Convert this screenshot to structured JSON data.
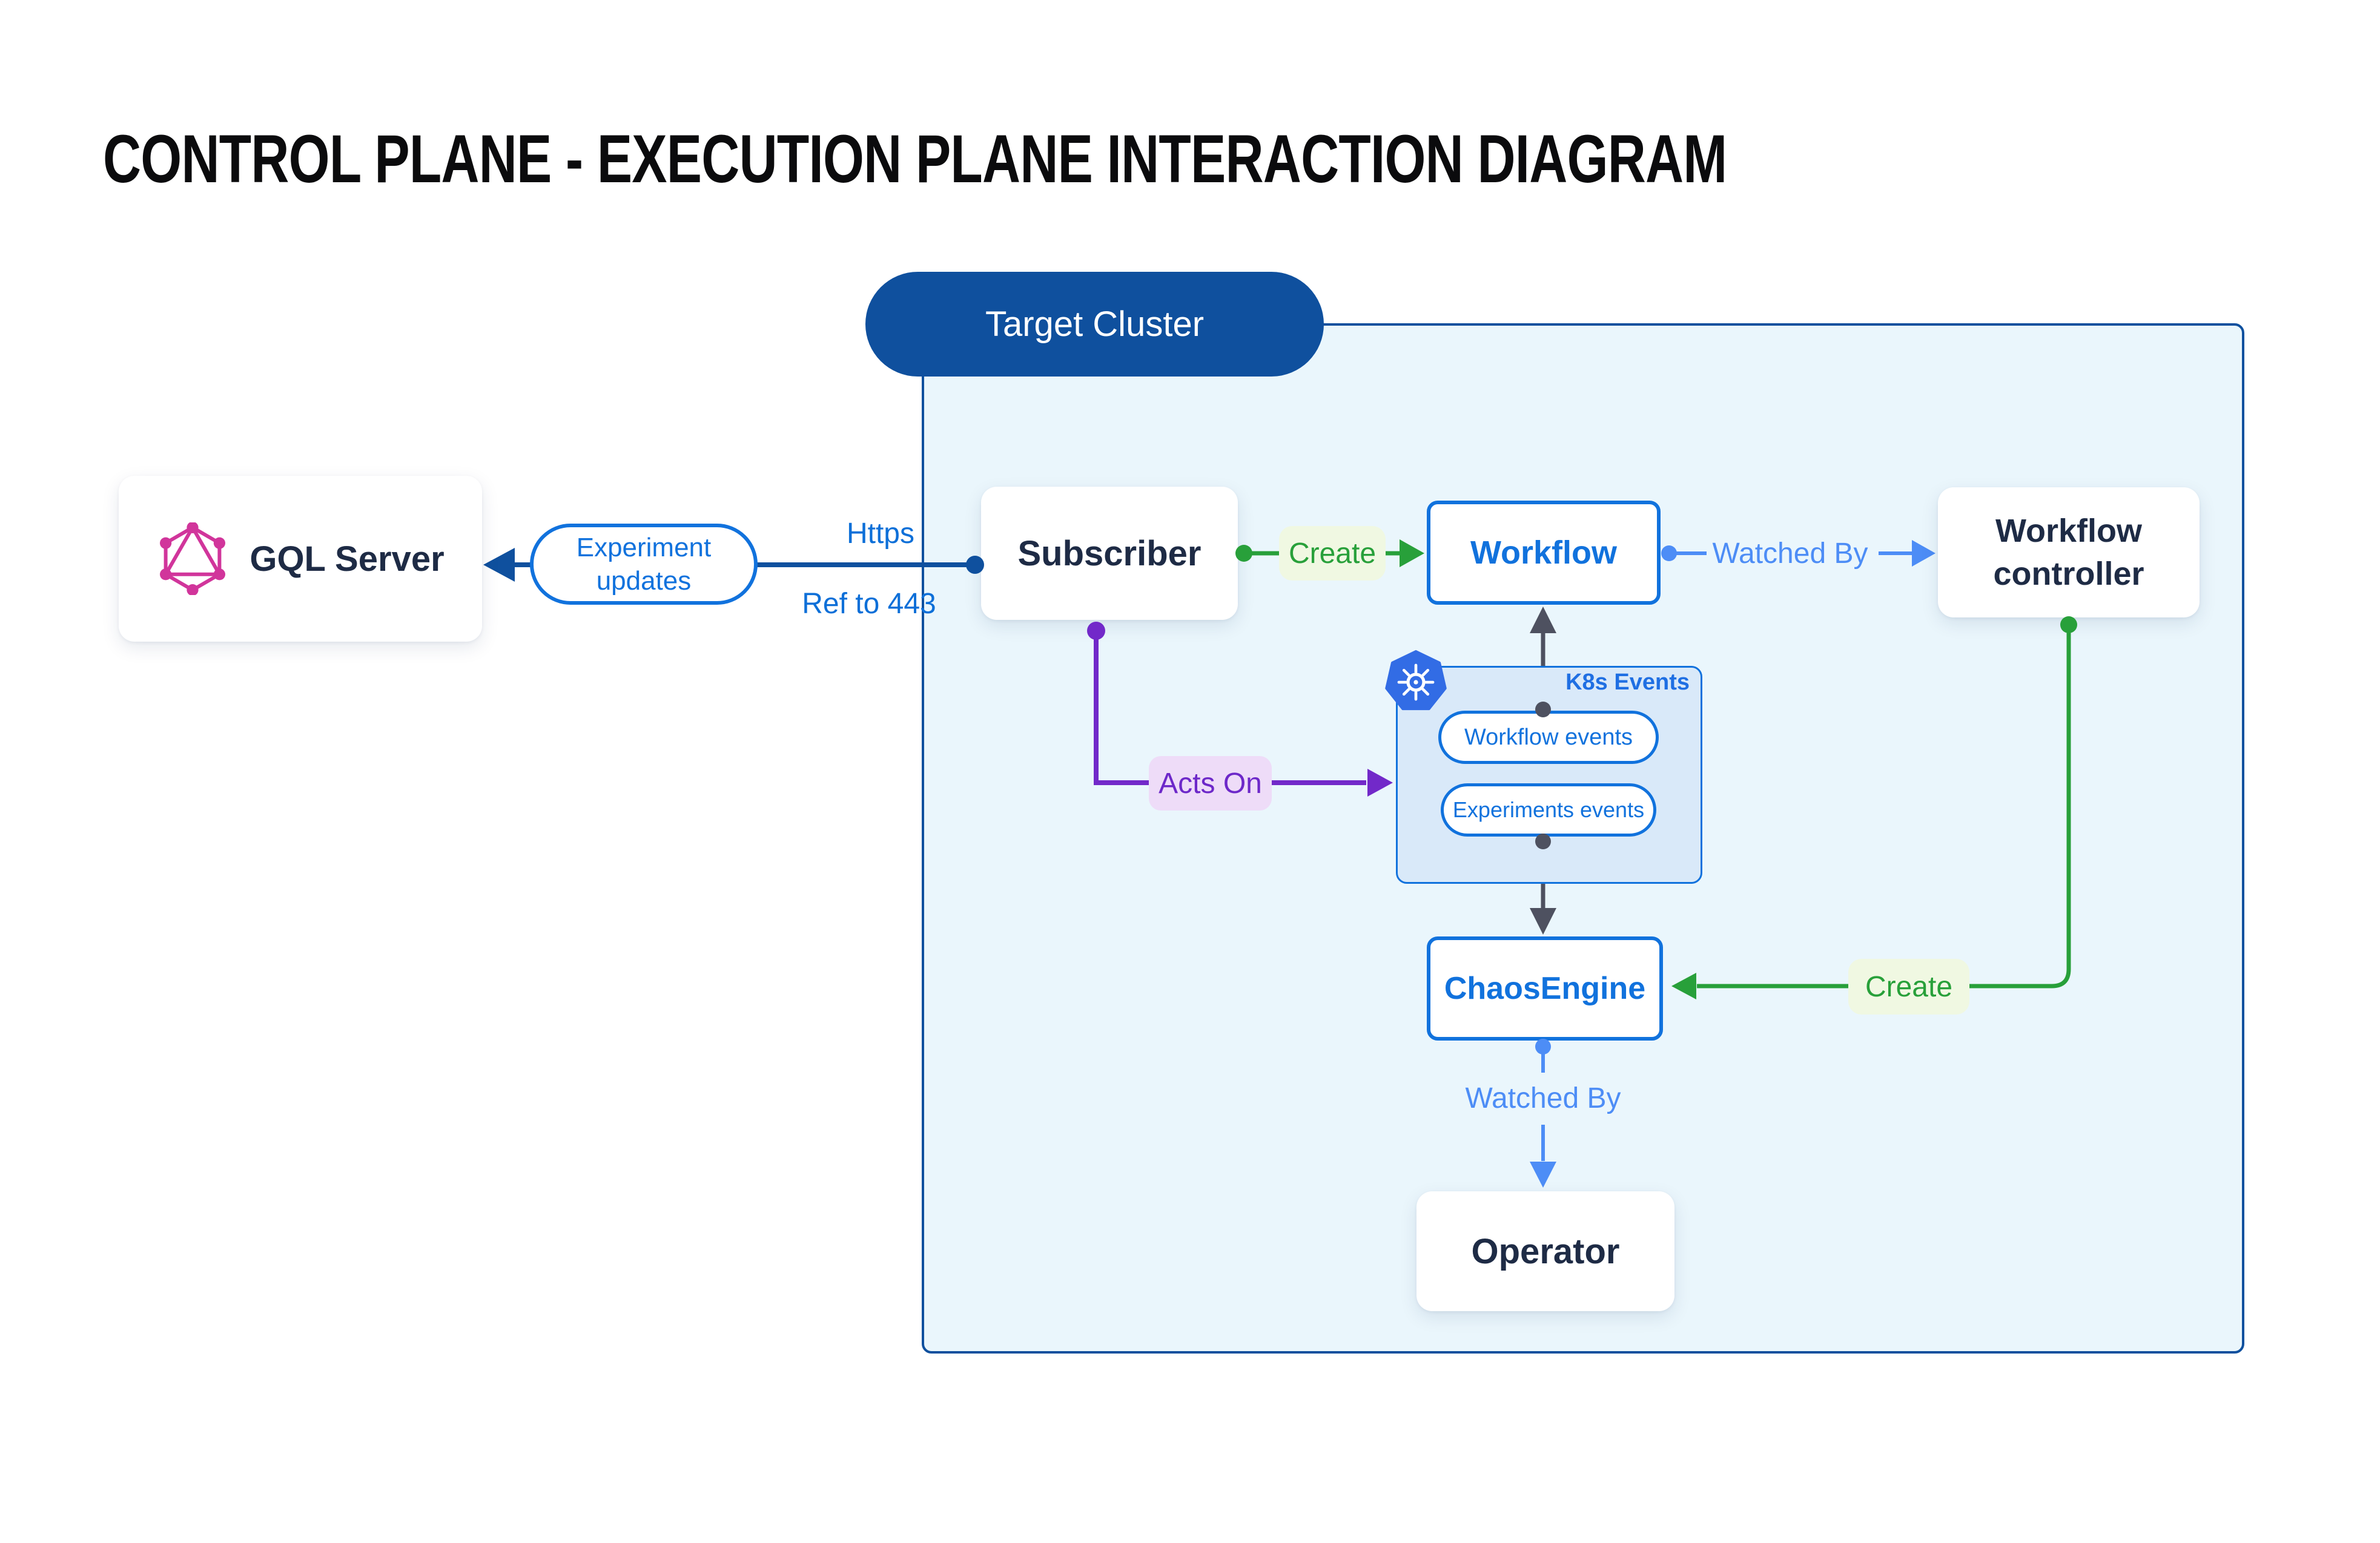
{
  "title": "CONTROL PLANE - EXECUTION PLANE INTERACTION DIAGRAM",
  "cluster": {
    "label": "Target Cluster"
  },
  "nodes": {
    "gql_server": {
      "label": "GQL Server"
    },
    "subscriber": {
      "label": "Subscriber"
    },
    "workflow": {
      "label": "Workflow"
    },
    "workflow_controller": {
      "label": "Workflow controller"
    },
    "chaos_engine": {
      "label": "ChaosEngine"
    },
    "operator": {
      "label": "Operator"
    }
  },
  "k8s": {
    "title": "K8s Events",
    "events": [
      {
        "label": "Workflow events"
      },
      {
        "label": "Experiments events"
      }
    ]
  },
  "edges": {
    "experiment_updates": {
      "label": "Experiment updates"
    },
    "https": {
      "label": "Https"
    },
    "ref443": {
      "label": "Ref to 443"
    },
    "create_workflow": {
      "label": "Create"
    },
    "watched_by_controller": {
      "label": "Watched By"
    },
    "acts_on": {
      "label": "Acts On"
    },
    "create_chaosengine": {
      "label": "Create"
    },
    "watched_by_operator": {
      "label": "Watched By"
    }
  },
  "icons": {
    "graphql": "graphql-icon",
    "kubernetes": "kubernetes-icon"
  },
  "colors": {
    "dark_blue": "#0F509E",
    "bright_blue": "#1172DD",
    "label_blue": "#0D6FD8",
    "light_blue": "#4D8DF6",
    "green": "#28A03A",
    "green_badge_bg": "#F0F8E2",
    "purple": "#7229C9",
    "purple_badge_bg": "#EEDCF8",
    "gray_arrow": "#4E5160",
    "cluster_fill": "#EAF6FC",
    "k8s_box_fill": "#D9E9F9",
    "navy_text": "#1E2B45",
    "graphql_pink": "#D1359B",
    "kubernetes_blue": "#326CE5"
  }
}
